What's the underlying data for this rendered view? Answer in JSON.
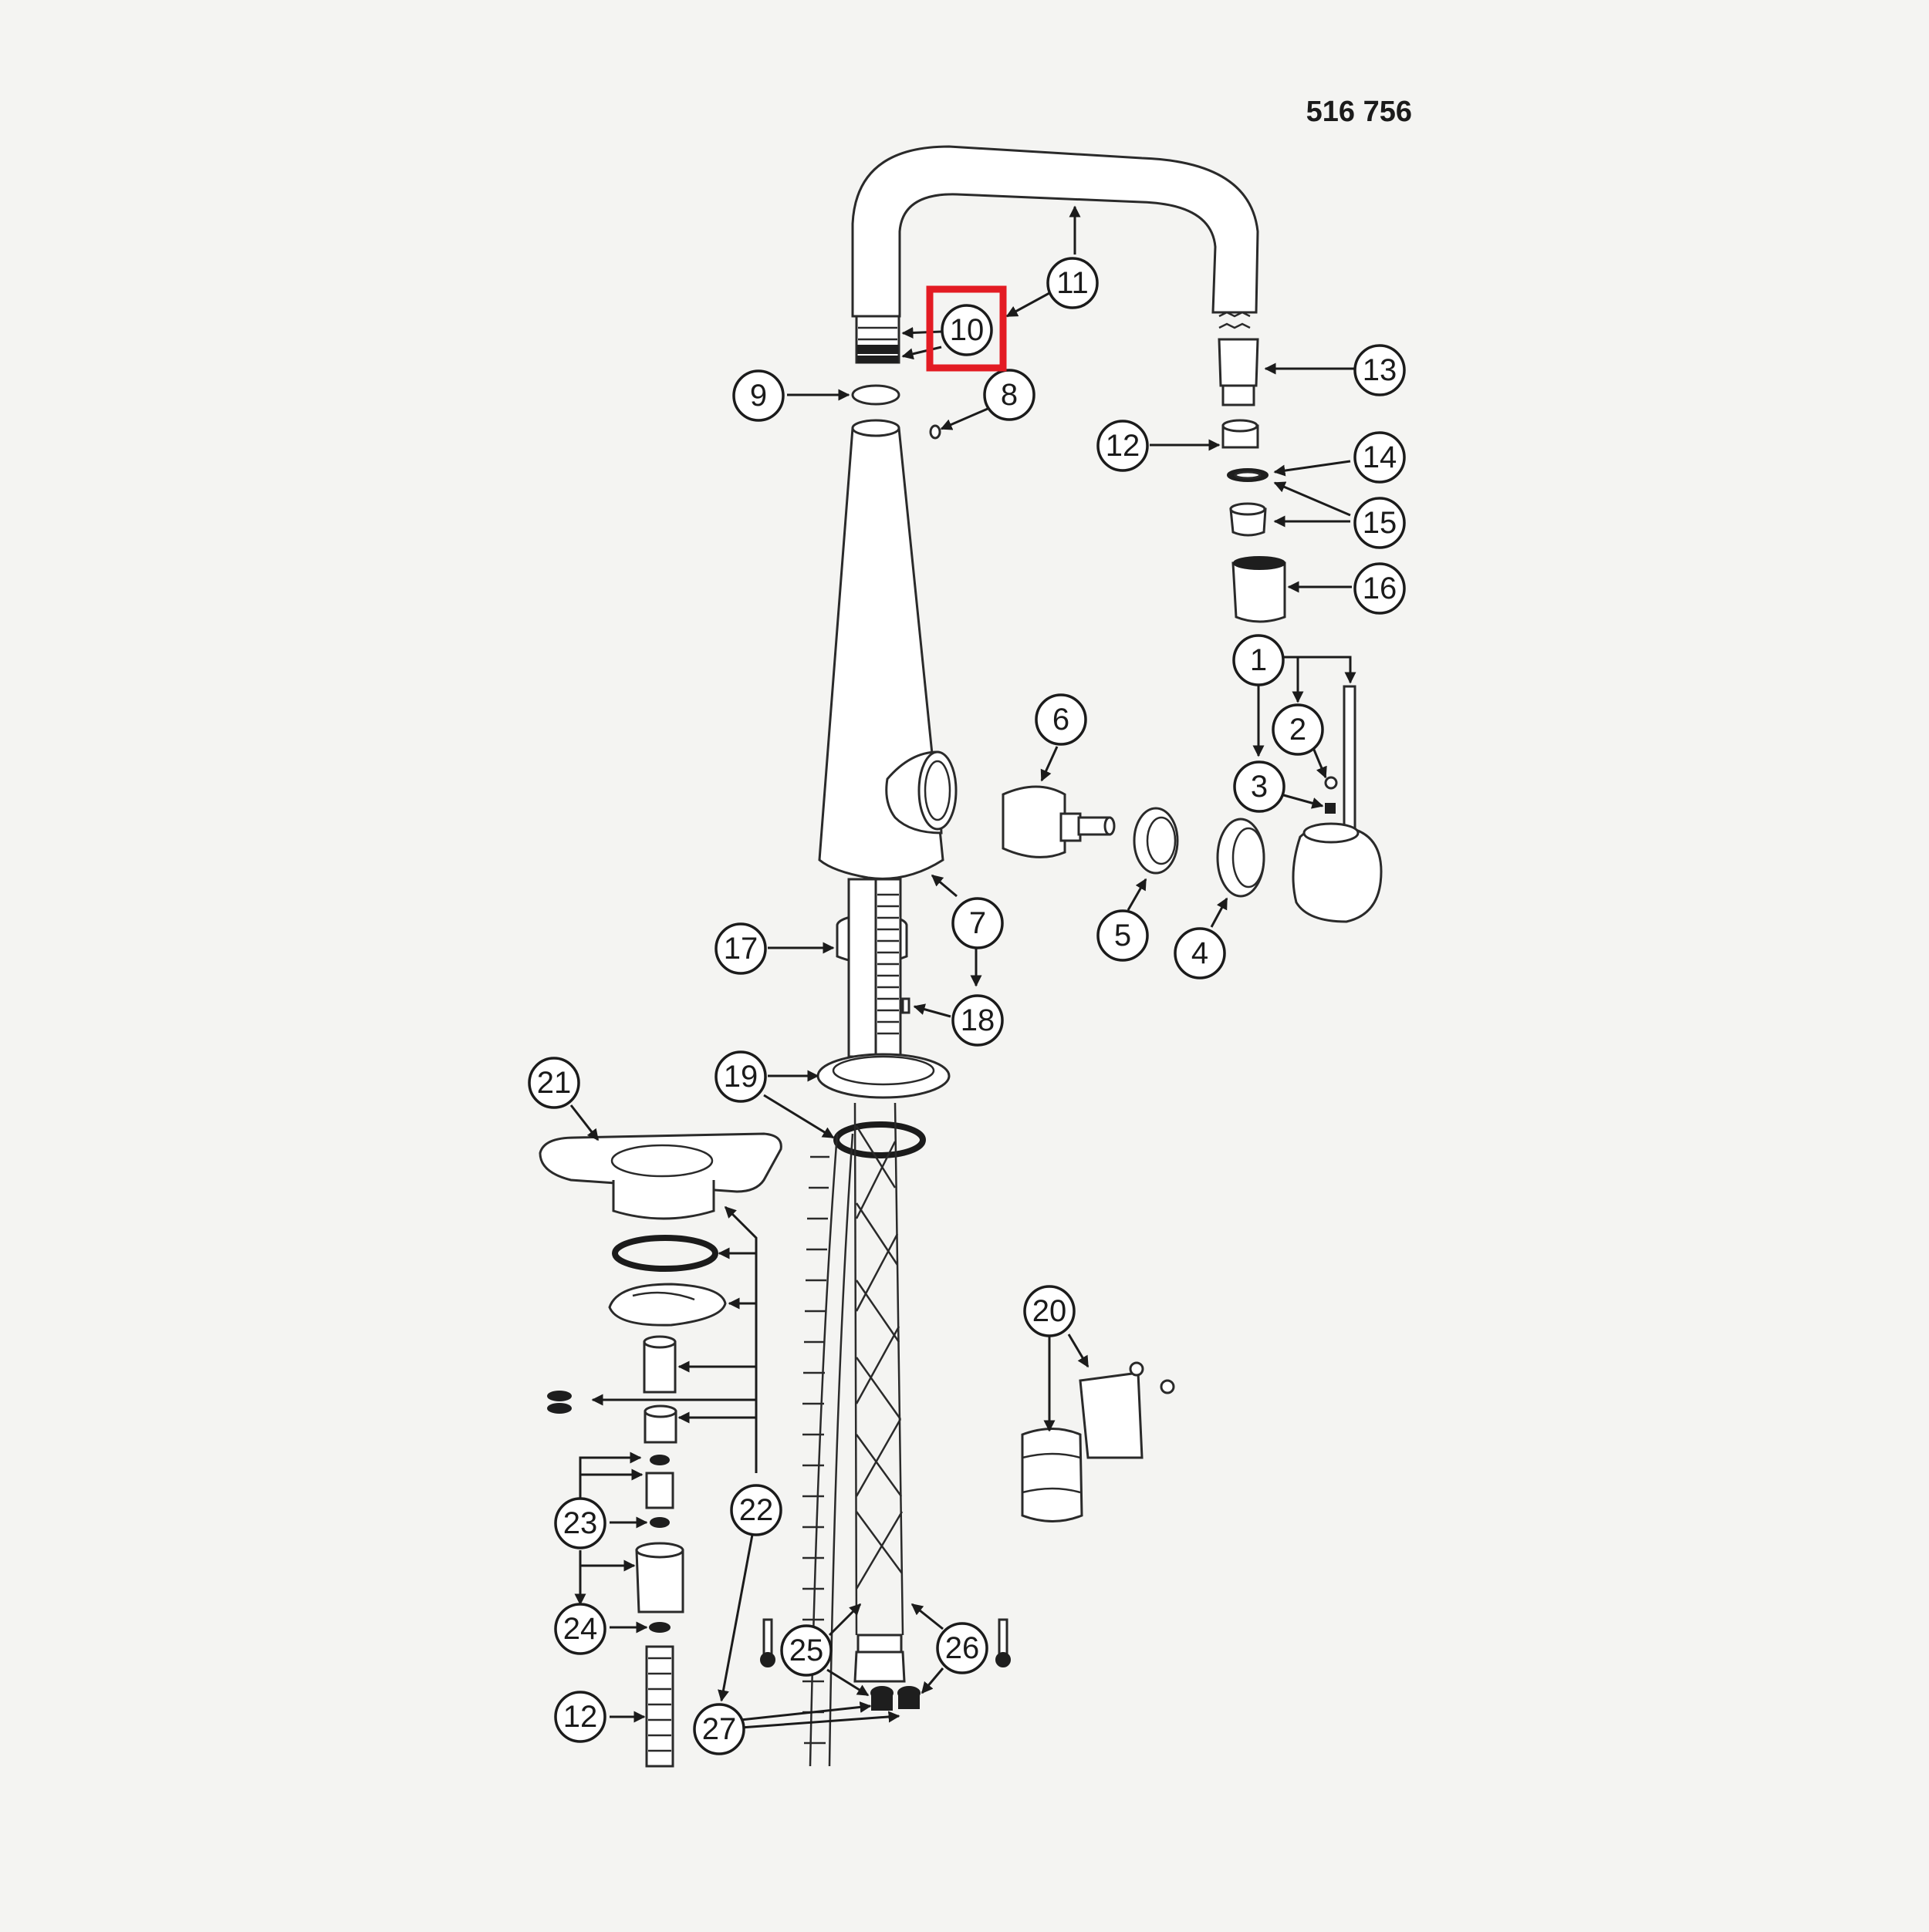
{
  "catalog_number": "516 756",
  "highlight_color": "#e31b23",
  "highlighted_callout": "10",
  "callouts": [
    {
      "label": "1"
    },
    {
      "label": "2"
    },
    {
      "label": "3"
    },
    {
      "label": "4"
    },
    {
      "label": "5"
    },
    {
      "label": "6"
    },
    {
      "label": "7"
    },
    {
      "label": "8"
    },
    {
      "label": "9"
    },
    {
      "label": "10"
    },
    {
      "label": "11"
    },
    {
      "label": "12"
    },
    {
      "label": "13"
    },
    {
      "label": "14"
    },
    {
      "label": "15"
    },
    {
      "label": "16"
    },
    {
      "label": "17"
    },
    {
      "label": "18"
    },
    {
      "label": "19"
    },
    {
      "label": "20"
    },
    {
      "label": "21"
    },
    {
      "label": "22"
    },
    {
      "label": "23"
    },
    {
      "label": "24"
    },
    {
      "label": "25"
    },
    {
      "label": "26"
    },
    {
      "label": "27"
    },
    {
      "label": "12"
    }
  ]
}
